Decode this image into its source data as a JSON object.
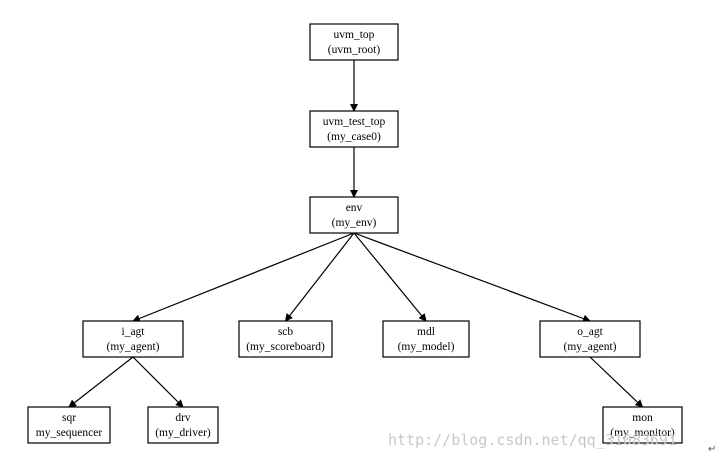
{
  "diagram": {
    "nodes": [
      {
        "id": "uvm_top",
        "line1": "uvm_top",
        "line2": "(uvm_root)"
      },
      {
        "id": "uvm_test_top",
        "line1": "uvm_test_top",
        "line2": "(my_case0)"
      },
      {
        "id": "env",
        "line1": "env",
        "line2": "(my_env)"
      },
      {
        "id": "i_agt",
        "line1": "i_agt",
        "line2": "(my_agent)"
      },
      {
        "id": "scb",
        "line1": "scb",
        "line2": "(my_scoreboard)"
      },
      {
        "id": "mdl",
        "line1": "mdl",
        "line2": "(my_model)"
      },
      {
        "id": "o_agt",
        "line1": "o_agt",
        "line2": "(my_agent)"
      },
      {
        "id": "sqr",
        "line1": "sqr",
        "line2": "my_sequencer"
      },
      {
        "id": "drv",
        "line1": "drv",
        "line2": "(my_driver)"
      },
      {
        "id": "mon",
        "line1": "mon",
        "line2": "(my_monitor)"
      }
    ],
    "edges": [
      [
        "uvm_top",
        "uvm_test_top"
      ],
      [
        "uvm_test_top",
        "env"
      ],
      [
        "env",
        "i_agt"
      ],
      [
        "env",
        "scb"
      ],
      [
        "env",
        "mdl"
      ],
      [
        "env",
        "o_agt"
      ],
      [
        "i_agt",
        "sqr"
      ],
      [
        "i_agt",
        "drv"
      ],
      [
        "o_agt",
        "mon"
      ]
    ]
  },
  "watermark": "http://blog.csdn.net/qq_31083691"
}
